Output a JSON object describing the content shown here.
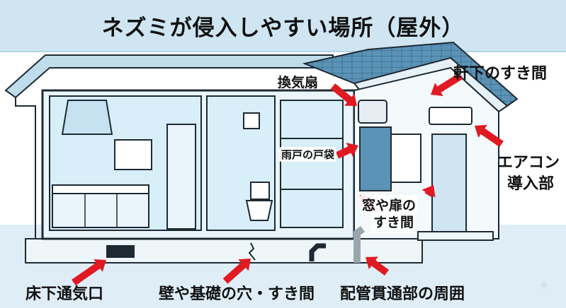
{
  "title": "ネズミが侵入しやすい場所（屋外）",
  "labels": {
    "ventilation_fan": "換気扇",
    "eaves": "軒下のすき間",
    "shutter_box": "雨戸の戸袋",
    "aircon_line1": "エアコン",
    "aircon_line2": "導入部",
    "window_gap_line1": "窓や扉の",
    "window_gap_line2": "すき間",
    "floor_vent": "床下通気口",
    "wall_crack": "壁や基礎の穴・すき間",
    "pipe": "配管貫通部の周囲"
  },
  "colors": {
    "title_band": "#cfe6f2",
    "roof": "#5b93b7",
    "wall": "#eaf5fb",
    "room": "#d8eef8",
    "outline": "#1e2a33",
    "arrow": "#e01a22",
    "ground": "#dfeef6"
  },
  "icons": [
    "sparkle-icon"
  ]
}
